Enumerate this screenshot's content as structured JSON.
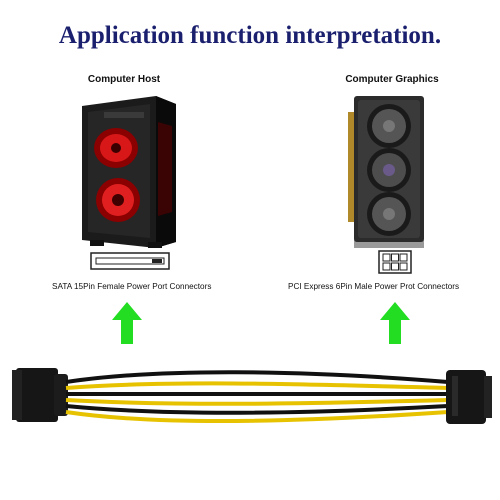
{
  "title": "Application function interpretation.",
  "left": {
    "label": "Computer Host",
    "caption": "SATA 15Pin Female Power Port Connectors"
  },
  "right": {
    "label": "Computer Graphics",
    "caption": "PCI Express 6Pin Male Power Prot Connectors"
  },
  "colors": {
    "title": "#1a1f6e",
    "arrow": "#22dd22",
    "wire_yellow": "#e6c200",
    "wire_black": "#111111"
  }
}
